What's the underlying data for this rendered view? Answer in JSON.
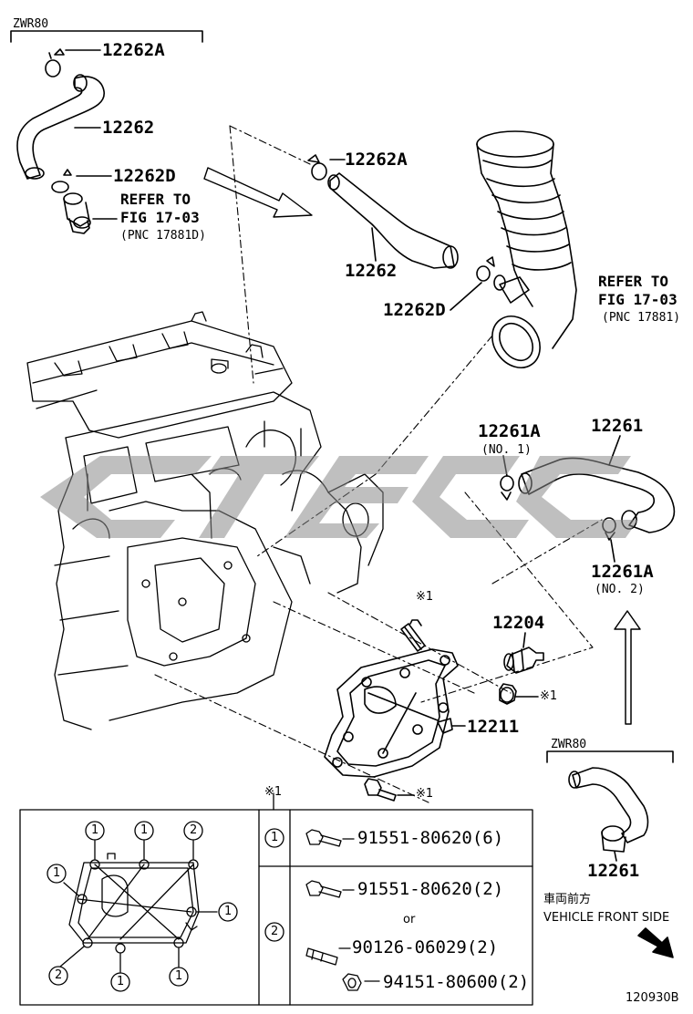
{
  "variant_top": "ZWR80",
  "variant_bottom": "ZWR80",
  "parts": {
    "p12262A_top": "12262A",
    "p12262_top": "12262",
    "p12262D_top": "12262D",
    "p12262A_mid": "12262A",
    "p12262_mid": "12262",
    "p12262D_mid": "12262D",
    "p12261A_1": "12261A",
    "p12261A_1_no": "(NO. 1)",
    "p12261_right": "12261",
    "p12261A_2": "12261A",
    "p12261A_2_no": "(NO. 2)",
    "p12204": "12204",
    "p12211": "12211",
    "p12261_bottom": "12261"
  },
  "refs": {
    "left_line1": "REFER TO",
    "left_line2": "FIG 17-03",
    "left_pnc": "(PNC 17881D)",
    "right_line1": "REFER TO",
    "right_line2": "FIG 17-03",
    "right_pnc": "(PNC 17881)"
  },
  "notes": {
    "mark1_a": "※1",
    "mark1_b": "※1",
    "mark1_c": "※1",
    "table_header": "※1"
  },
  "table": {
    "rows": [
      {
        "num": "1",
        "parts": [
          "91551-80620(6)"
        ]
      },
      {
        "num": "2",
        "parts": [
          "91551-80620(2)",
          "or",
          "90126-06029(2)",
          "94151-80600(2)"
        ]
      }
    ]
  },
  "flange_circles": [
    "1",
    "1",
    "2",
    "1",
    "1",
    "2",
    "1",
    "1"
  ],
  "vehicle_front_jp": "車両前方",
  "vehicle_front_en": "VEHICLE FRONT SIDE",
  "figure_id": "120930B"
}
